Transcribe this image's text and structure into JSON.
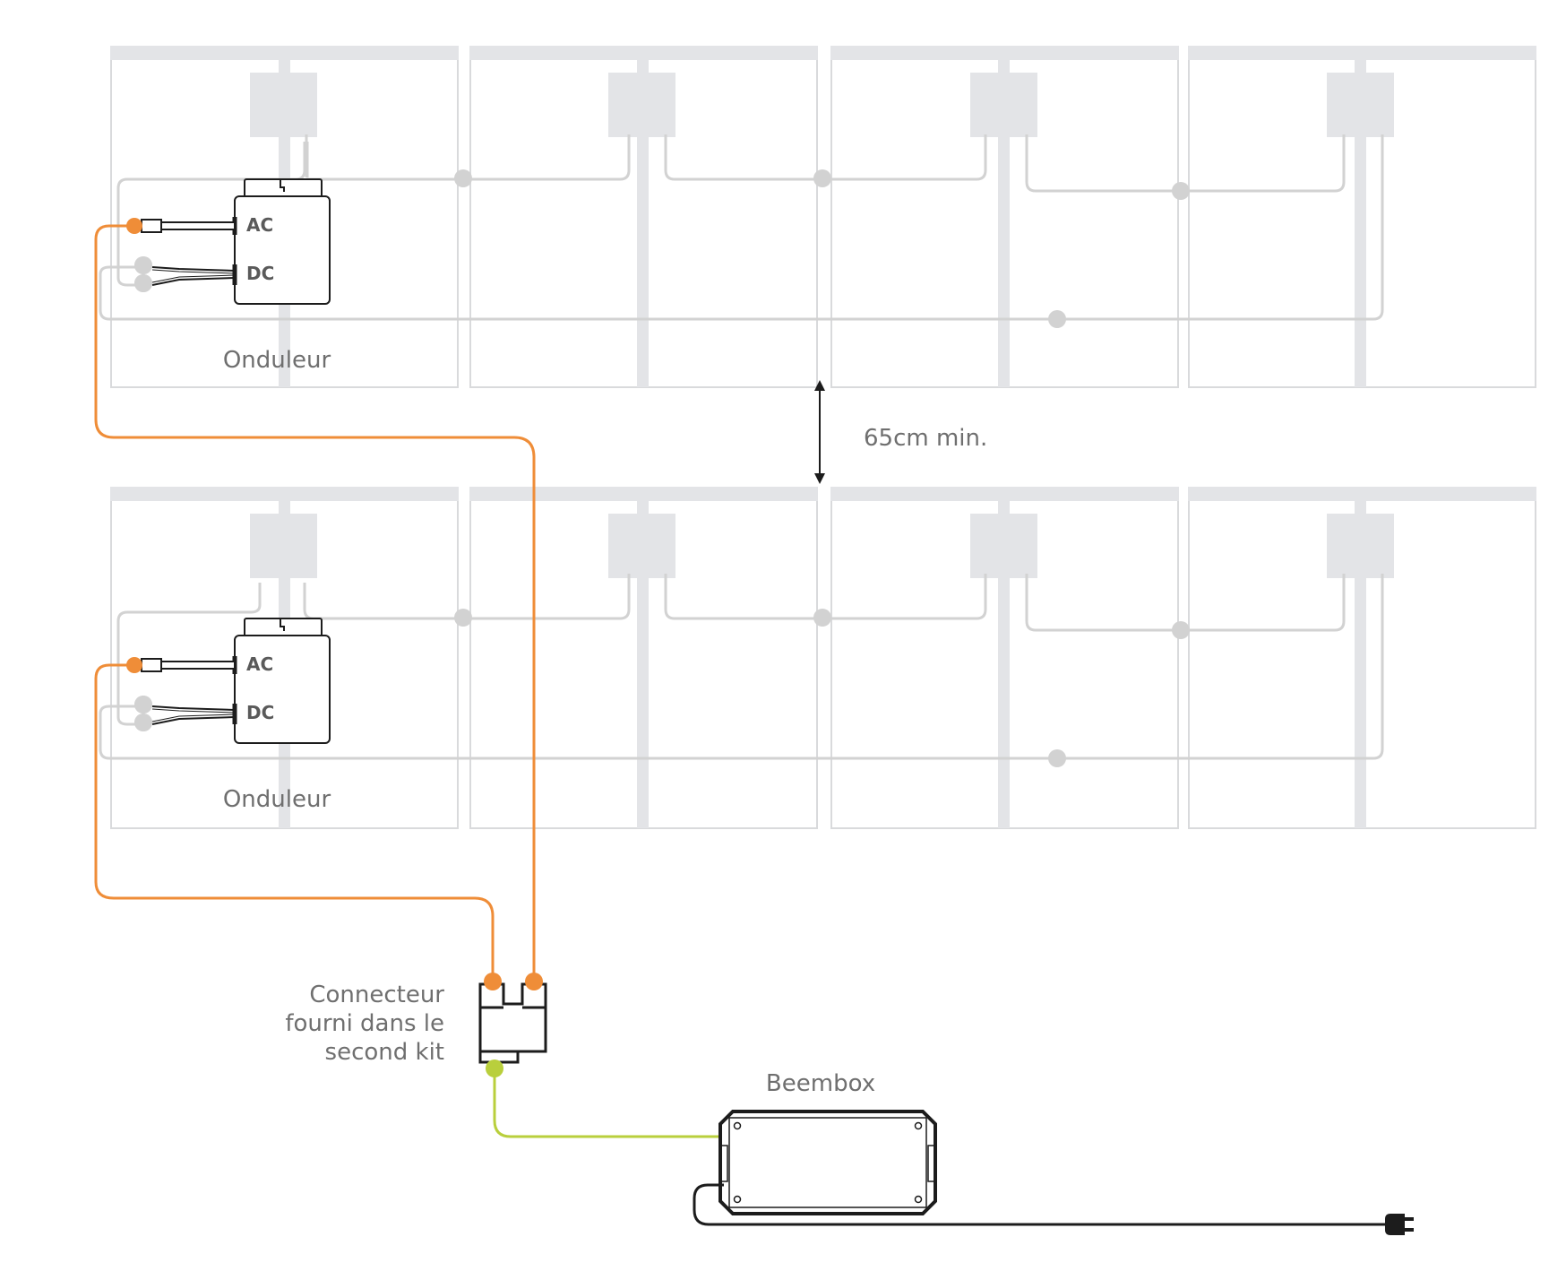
{
  "labels": {
    "inverter": "Onduleur",
    "ac": "AC",
    "dc": "DC",
    "spacing": "65cm min.",
    "connector": [
      "Connecteur",
      "fourni dans le",
      "second kit"
    ],
    "beembox": "Beembox"
  },
  "rows": [
    {
      "name": "upper-row",
      "panels": 4
    },
    {
      "name": "lower-row",
      "panels": 4
    }
  ],
  "colors": {
    "panel": "#e3e4e7",
    "panel_cable": "#d2d2d2",
    "ac_cable": "#ef8d38",
    "output_cable": "#b9cf3c",
    "device_outline": "#1c1c1c",
    "text": "#6f6f6f"
  },
  "icons": [
    "arrow-updown-icon",
    "plug-icon",
    "screw-icon",
    "connector-icon"
  ]
}
